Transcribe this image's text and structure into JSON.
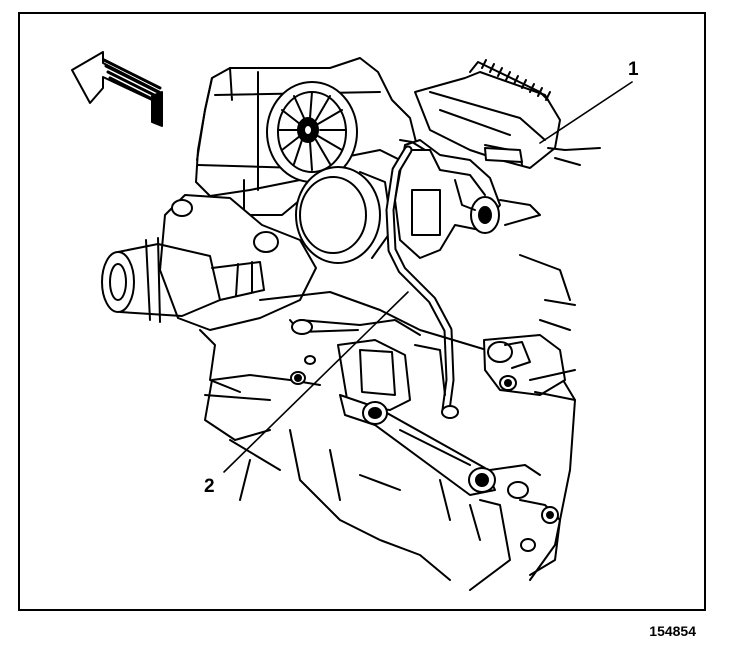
{
  "figure": {
    "callouts": [
      {
        "id": "1",
        "label": "1"
      },
      {
        "id": "2",
        "label": "2"
      }
    ],
    "figure_number": "154854",
    "colors": {
      "line": "#000000",
      "background": "#ffffff"
    },
    "icons": [
      "direction-arrow-icon"
    ]
  }
}
